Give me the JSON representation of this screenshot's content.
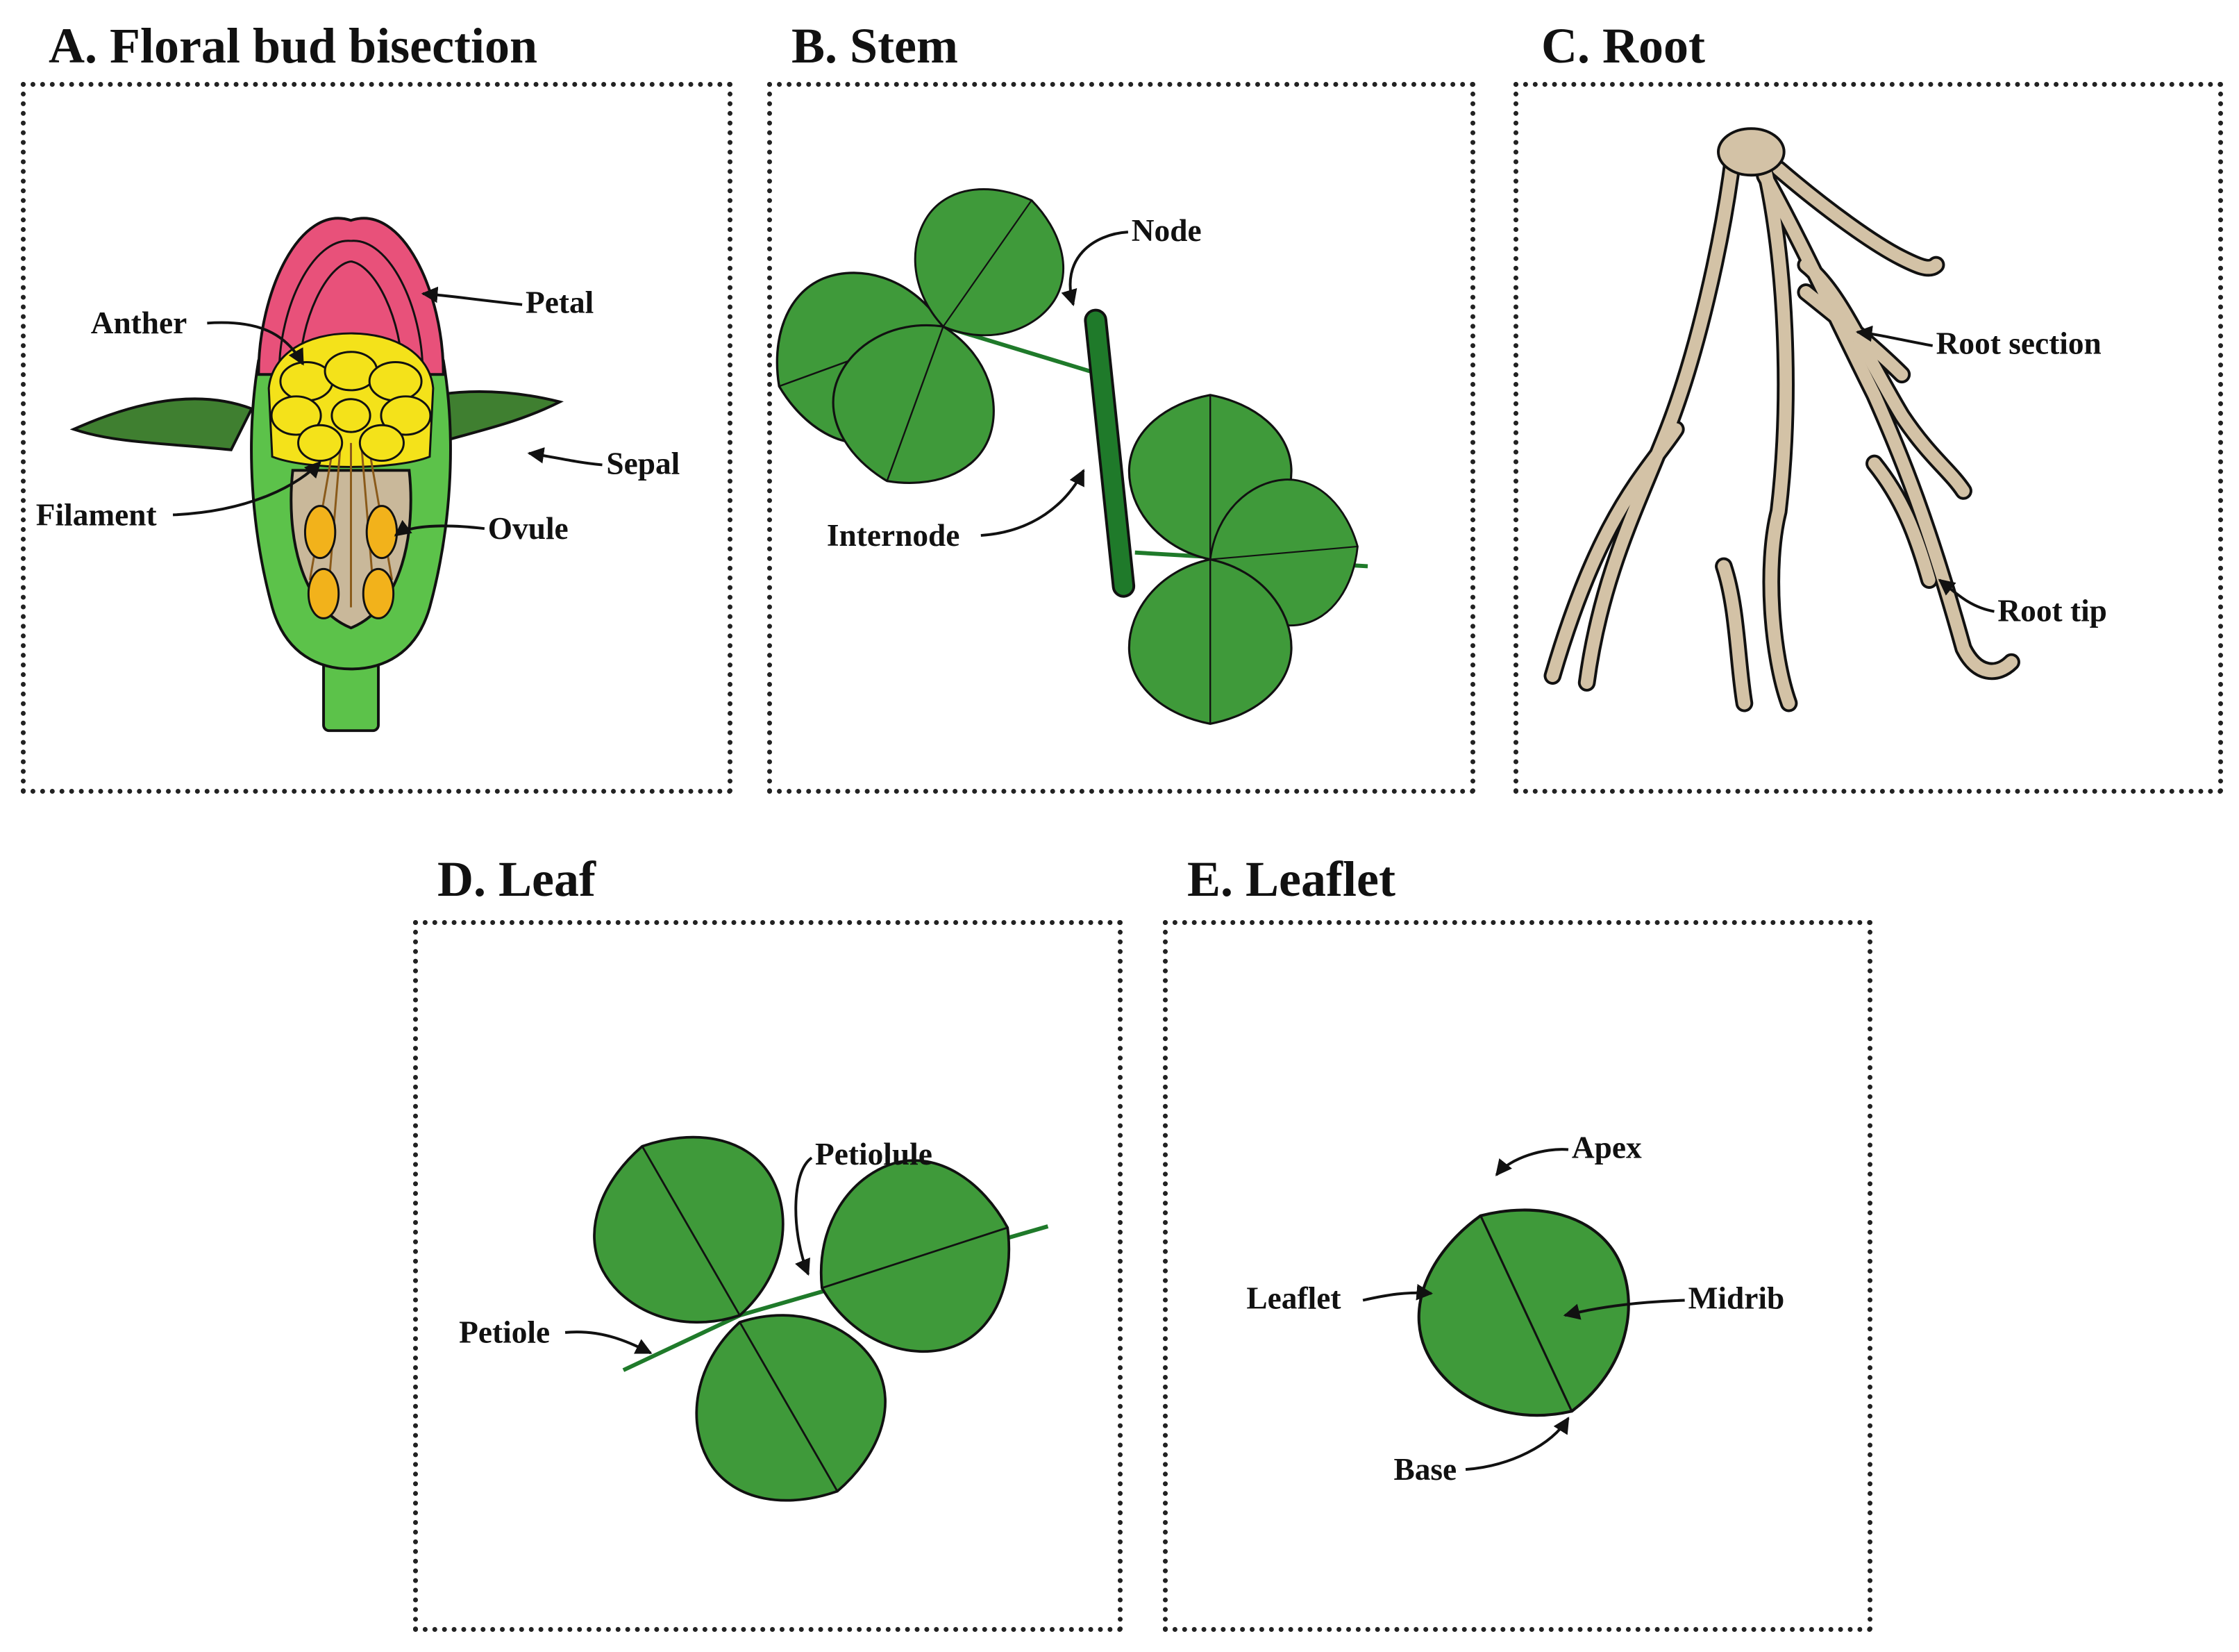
{
  "panels": {
    "a": {
      "title": "A. Floral bud bisection",
      "labels": {
        "petal": "Petal",
        "anther": "Anther",
        "sepal": "Sepal",
        "filament": "Filament",
        "ovule": "Ovule"
      }
    },
    "b": {
      "title": "B. Stem",
      "labels": {
        "node": "Node",
        "internode": "Internode"
      }
    },
    "c": {
      "title": "C. Root",
      "labels": {
        "root_section": "Root section",
        "root_tip": "Root tip"
      }
    },
    "d": {
      "title": "D. Leaf",
      "labels": {
        "petiolule": "Petiolule",
        "petiole": "Petiole"
      }
    },
    "e": {
      "title": "E. Leaflet",
      "labels": {
        "apex": "Apex",
        "leaflet": "Leaflet",
        "midrib": "Midrib",
        "base": "Base"
      }
    }
  },
  "colors": {
    "leaf_green": "#3f9a3a",
    "stem_green": "#1f7a2a",
    "petal_pink": "#e8517a",
    "anther_yellow": "#f4e21a",
    "receptacle_green": "#5cc24a",
    "ovary_tan": "#c9b89a",
    "ovule_orange": "#f2b21b",
    "root_tan": "#d3c2a6"
  }
}
